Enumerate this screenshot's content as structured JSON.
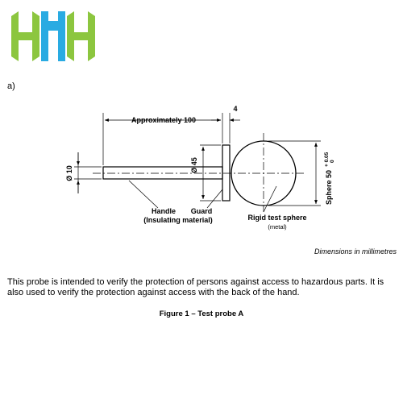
{
  "logo": {
    "colors": [
      "#8cc63f",
      "#29abe2"
    ]
  },
  "part_label": "a)",
  "drawing": {
    "approx_label": "Approximately 100",
    "guard_width_label": "4",
    "guard_height_label": "Ø 45",
    "handle_dia_label": "Ø 10",
    "handle_label": "Handle",
    "guard_label": "Guard",
    "insulating_label": "(Insulating material)",
    "sphere_label": "Rigid test sphere",
    "metal_label": "(metal)",
    "sphere_dim_label": "Sphere 50",
    "tol_upper": "+ 0.05",
    "tol_lower": "0"
  },
  "dims_note": "Dimensions in millimetres",
  "description": "This probe is intended to verify the protection of persons against access to hazardous parts. It is also used to verify the protection against access with the back of the hand.",
  "caption": "Figure 1 – Test probe A"
}
